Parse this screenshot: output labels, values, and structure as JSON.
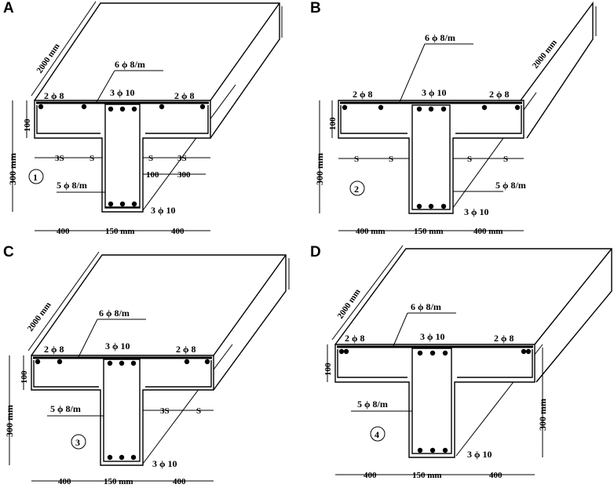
{
  "panels": [
    {
      "letter": "A",
      "number": "1",
      "length": "2000 mm",
      "flange_top": "6 ϕ 8/m",
      "top_left_bars": "2 ϕ 8",
      "top_mid_bars": "3 ϕ 10",
      "top_right_bars": "2 ϕ 8",
      "flange_thick": "100",
      "height": "300 mm",
      "stirrup": "5 ϕ 8/m",
      "bottom_bars": "3 ϕ 10",
      "width_left": "400",
      "width_web": "150 mm",
      "width_right": "400",
      "spacing_left": [
        "3S",
        "S"
      ],
      "spacing_right": [
        "S",
        "3S"
      ],
      "extra_dims": [
        "100",
        "300"
      ]
    },
    {
      "letter": "B",
      "number": "2",
      "length": "2000 mm",
      "flange_top": "6 ϕ 8/m",
      "top_left_bars": "2 ϕ 8",
      "top_mid_bars": "3 ϕ 10",
      "top_right_bars": "2 ϕ 8",
      "flange_thick": "100",
      "height": "300 mm",
      "stirrup": "5 ϕ 8/m",
      "bottom_bars": "3 ϕ 10",
      "width_left": "400 mm",
      "width_web": "150 mm",
      "width_right": "400 mm",
      "spacing_left": [
        "S",
        "S"
      ],
      "spacing_right": [
        "S",
        "S"
      ]
    },
    {
      "letter": "C",
      "number": "3",
      "length": "2000 mm",
      "flange_top": "6 ϕ 8/m",
      "top_left_bars": "2 ϕ 8",
      "top_mid_bars": "3 ϕ 10",
      "top_right_bars": "2 ϕ 8",
      "flange_thick": "100",
      "height": "300 mm",
      "stirrup": "5 ϕ 8/m",
      "bottom_bars": "3 ϕ 10",
      "width_left": "400",
      "width_web": "150 mm",
      "width_right": "400",
      "spacing_right": [
        "3S",
        "S"
      ]
    },
    {
      "letter": "D",
      "number": "4",
      "length": "2000 mm",
      "flange_top": "6 ϕ 8/m",
      "top_left_bars": "2 ϕ 8",
      "top_mid_bars": "3 ϕ 10",
      "top_right_bars": "2 ϕ 8",
      "flange_thick": "100",
      "height": "300 mm",
      "stirrup": "5 ϕ 8/m",
      "bottom_bars": "3 ϕ 10",
      "width_left": "400",
      "width_web": "150 mm",
      "width_right": "400"
    }
  ]
}
